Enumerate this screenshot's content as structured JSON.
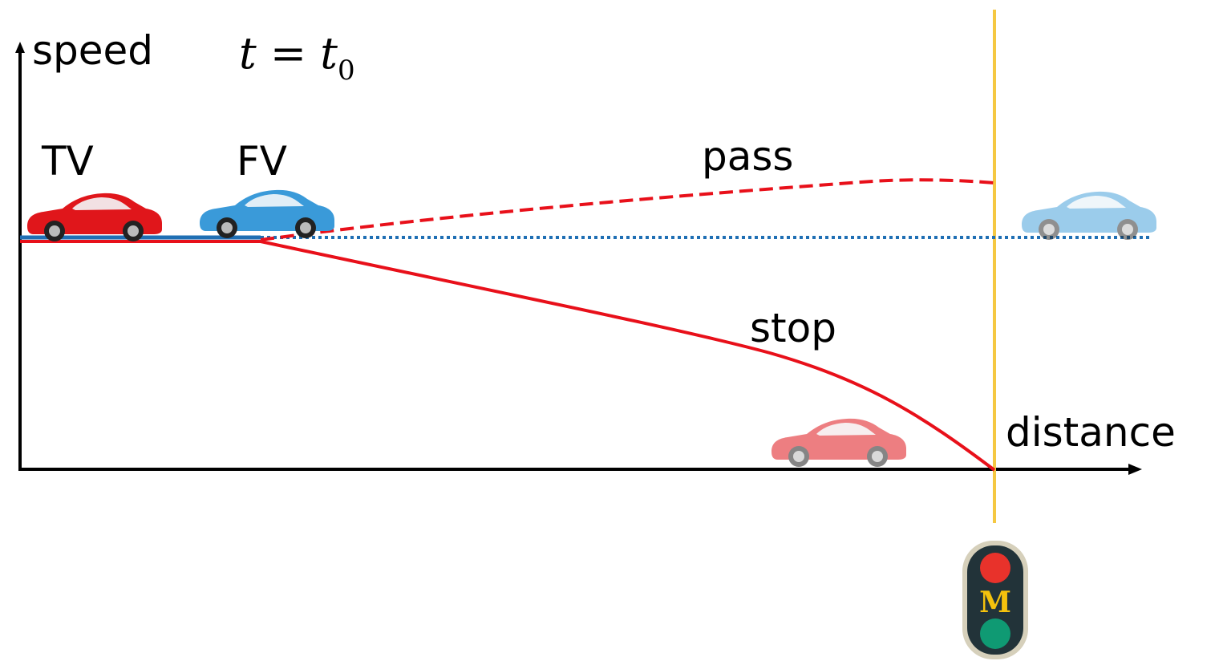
{
  "labels": {
    "y_axis": "speed",
    "x_axis": "distance",
    "time_main": "t = t",
    "time_sub": "0",
    "tv": "TV",
    "fv": "FV",
    "pass": "pass",
    "stop": "stop",
    "logo_letter": "M"
  },
  "colors": {
    "tv_car": "#e0161b",
    "fv_car": "#3a9ad9",
    "pass_line": "#e8101a",
    "stop_line": "#e8101a",
    "fv_line": "#1f6fb4",
    "stop_line_marker": "#f5c842",
    "axis": "#000000",
    "light_body": "#223339",
    "light_red": "#e8322b",
    "light_green": "#0f9a73",
    "logo_maize": "#f4c20d"
  },
  "icons": [
    "red-car-icon",
    "blue-car-icon",
    "traffic-light-icon"
  ]
}
